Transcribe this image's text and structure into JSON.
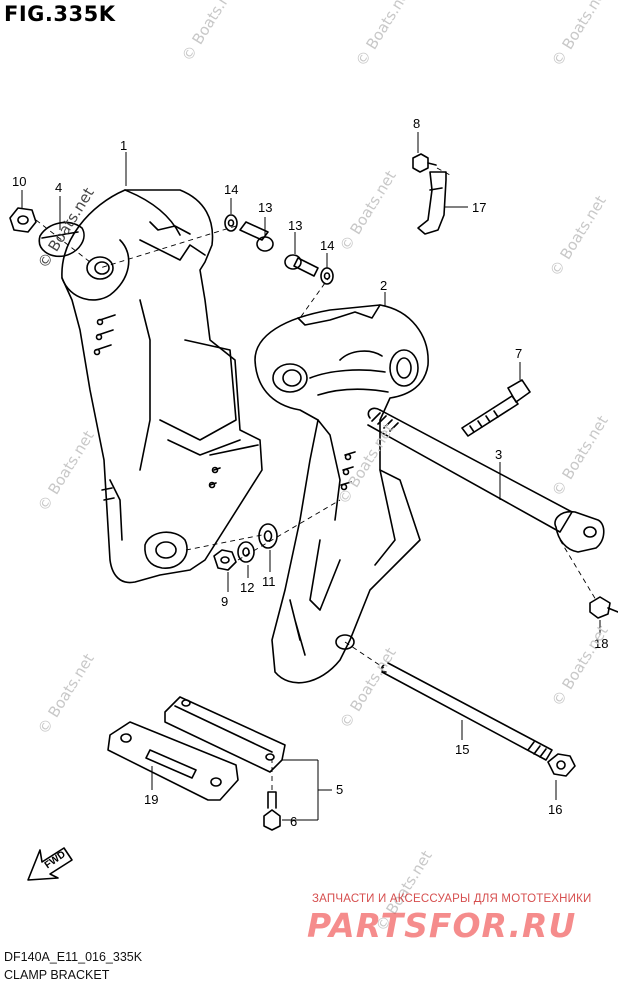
{
  "figure": {
    "title": "FIG.335K",
    "model_code": "DF140A_E11_016_335K",
    "name": "CLAMP BRACKET"
  },
  "direction_label": "FWD",
  "watermark": "© Boats.net",
  "shop": {
    "tagline": "ЗАПЧАСТИ И АКСЕССУАРЫ ДЛЯ МОТОТЕХНИКИ",
    "logo": "PARTSFOR.RU",
    "color": "#ee3030"
  },
  "callouts": [
    {
      "id": "1",
      "label": "1"
    },
    {
      "id": "2",
      "label": "2"
    },
    {
      "id": "3",
      "label": "3"
    },
    {
      "id": "4",
      "label": "4"
    },
    {
      "id": "5",
      "label": "5"
    },
    {
      "id": "6",
      "label": "6"
    },
    {
      "id": "7",
      "label": "7"
    },
    {
      "id": "8",
      "label": "8"
    },
    {
      "id": "9",
      "label": "9"
    },
    {
      "id": "10",
      "label": "10"
    },
    {
      "id": "11",
      "label": "11"
    },
    {
      "id": "12",
      "label": "12"
    },
    {
      "id": "13a",
      "label": "13"
    },
    {
      "id": "13b",
      "label": "13"
    },
    {
      "id": "14a",
      "label": "14"
    },
    {
      "id": "14b",
      "label": "14"
    },
    {
      "id": "15",
      "label": "15"
    },
    {
      "id": "16",
      "label": "16"
    },
    {
      "id": "17",
      "label": "17"
    },
    {
      "id": "18",
      "label": "18"
    },
    {
      "id": "19",
      "label": "19"
    }
  ]
}
